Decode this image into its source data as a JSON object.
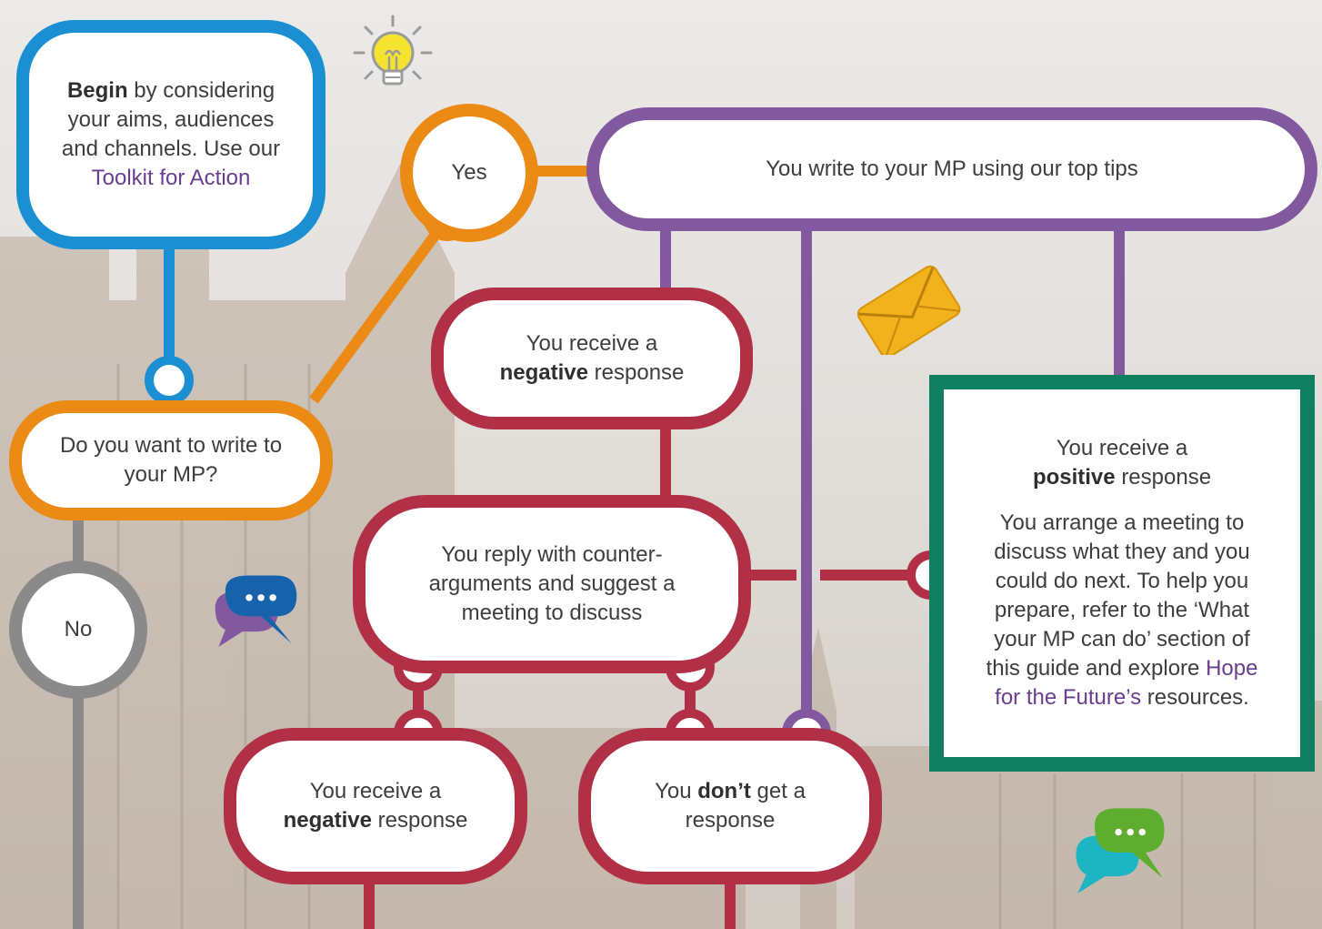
{
  "begin": {
    "bold": "Begin",
    "text": "by considering your aims, audiences and channels. Use our",
    "link": "Toolkit for Action"
  },
  "question": {
    "text": "Do you want to write to your MP?"
  },
  "yes_label": "Yes",
  "no_label": "No",
  "write": {
    "text": "You write to your MP using our top tips"
  },
  "negative_top": {
    "pre": "You receive a",
    "bold": "negative",
    "post": "response"
  },
  "reply": {
    "text": "You reply with counter-arguments and suggest a meeting to discuss"
  },
  "negative_bottom": {
    "pre": "You receive a",
    "bold": "negative",
    "post": "response"
  },
  "no_response": {
    "pre": "You",
    "bold": "don’t",
    "post": "get a response"
  },
  "positive": {
    "pre": "You receive a",
    "bold": "positive",
    "post": "response",
    "body": "You arrange a meeting to discuss what they and you could do next. To help you prepare, refer to the ‘What your MP can do’ section of this guide and explore",
    "link": "Hope for the Future’s",
    "tail": "resources."
  },
  "colors": {
    "blue": "#1b8fd2",
    "orange": "#ec8a16",
    "purple": "#82599f",
    "red": "#b23046",
    "green": "#0f7f61",
    "grey": "#8a8a8a",
    "link": "#6a3d8e",
    "bulb": "#f6e330",
    "envelope": "#f2b21c"
  },
  "icons": [
    "lightbulb-icon",
    "envelope-icon",
    "speech-bubbles-icon"
  ]
}
